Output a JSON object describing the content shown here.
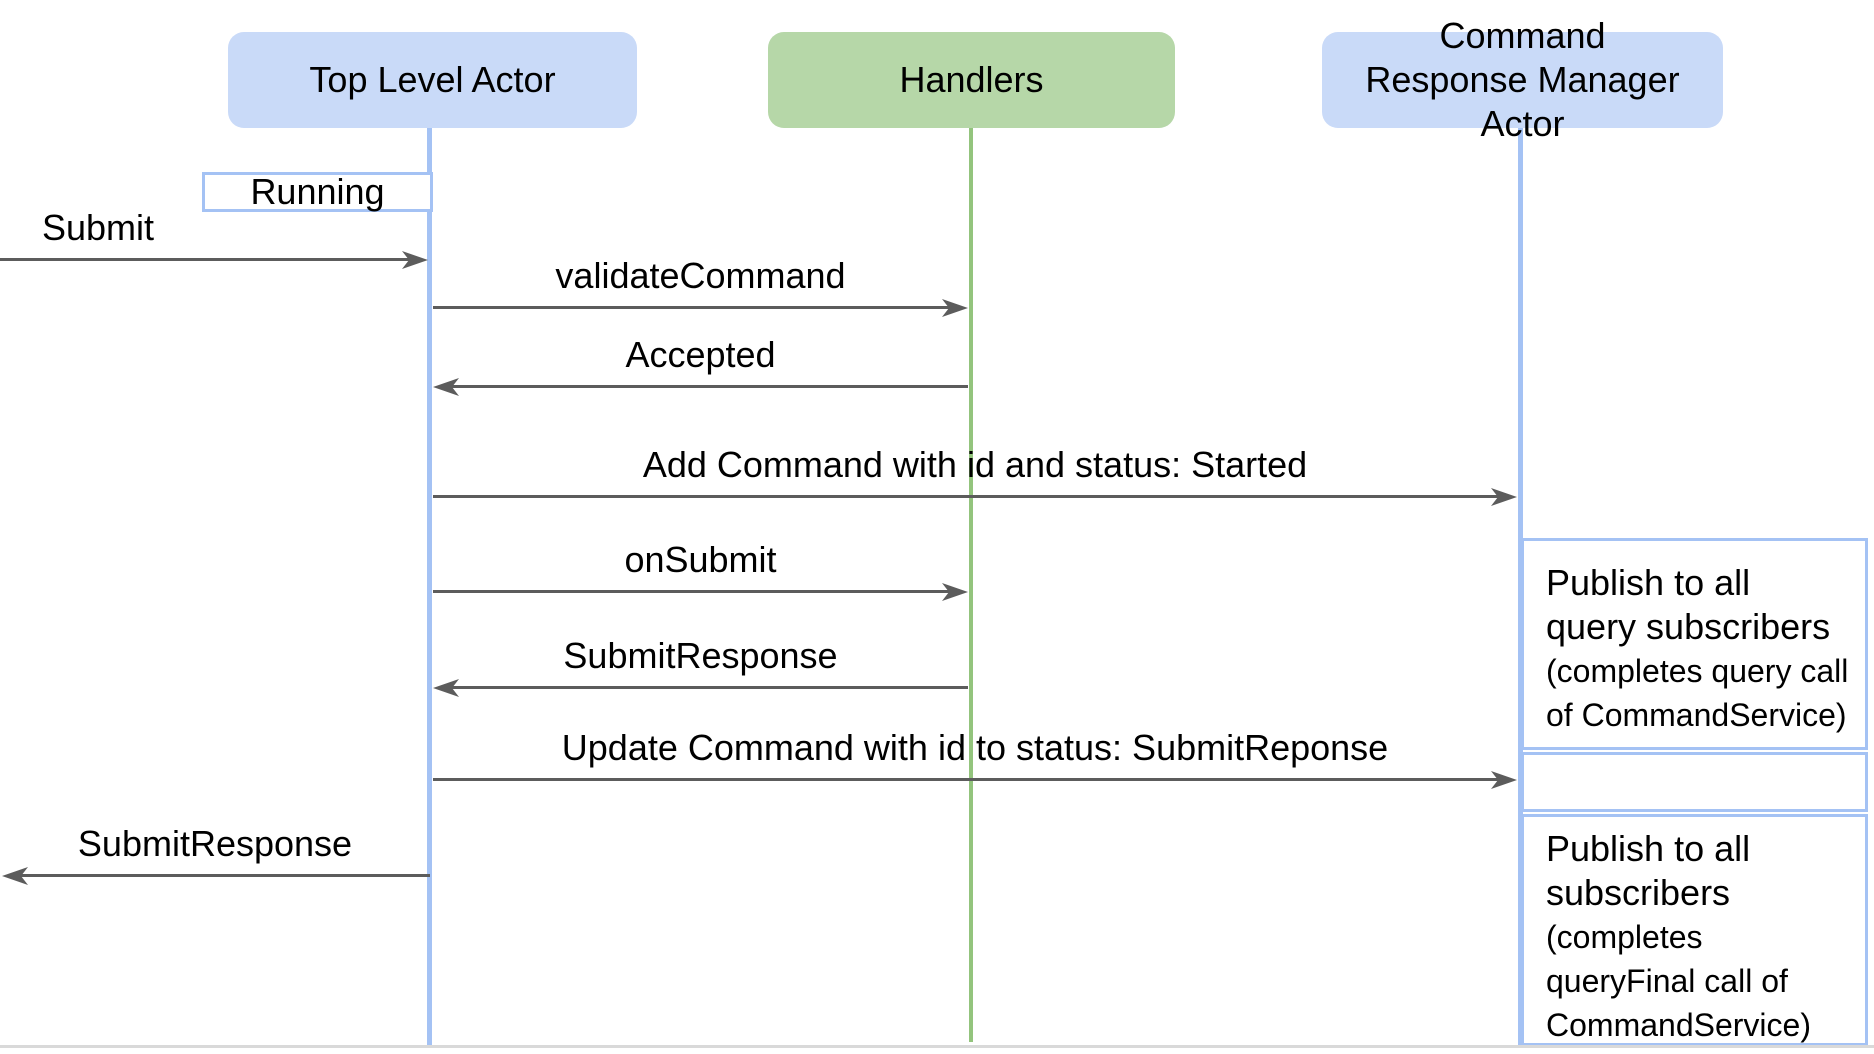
{
  "diagram": {
    "actors": [
      {
        "label": "Top Level Actor"
      },
      {
        "label": "Handlers"
      },
      {
        "label": "Command Response Manager Actor"
      }
    ],
    "state_label": "Running",
    "messages": [
      {
        "label": "Submit"
      },
      {
        "label": "validateCommand"
      },
      {
        "label": "Accepted"
      },
      {
        "label": "Add Command with id and status: Started"
      },
      {
        "label": "onSubmit"
      },
      {
        "label": "SubmitResponse"
      },
      {
        "label": "Update Command with id to status: SubmitReponse"
      },
      {
        "label": "SubmitResponse"
      }
    ],
    "notes": [
      {
        "main": [
          "Publish to all",
          "query subscribers"
        ],
        "small": [
          "(completes query call",
          "of CommandService)"
        ]
      },
      {
        "main": [],
        "small": []
      },
      {
        "main": [
          "Publish to all",
          "subscribers"
        ],
        "small": [
          "(completes",
          "queryFinal call of",
          "CommandService)"
        ]
      }
    ],
    "colors": {
      "actor_blue_fill": "#c9daf8",
      "actor_green_fill": "#b6d7a8",
      "lifeline_blue": "#a4c2f4",
      "lifeline_green": "#93c47d",
      "arrow": "#5c5c5c",
      "page_divider": "#d9d9d9"
    }
  }
}
